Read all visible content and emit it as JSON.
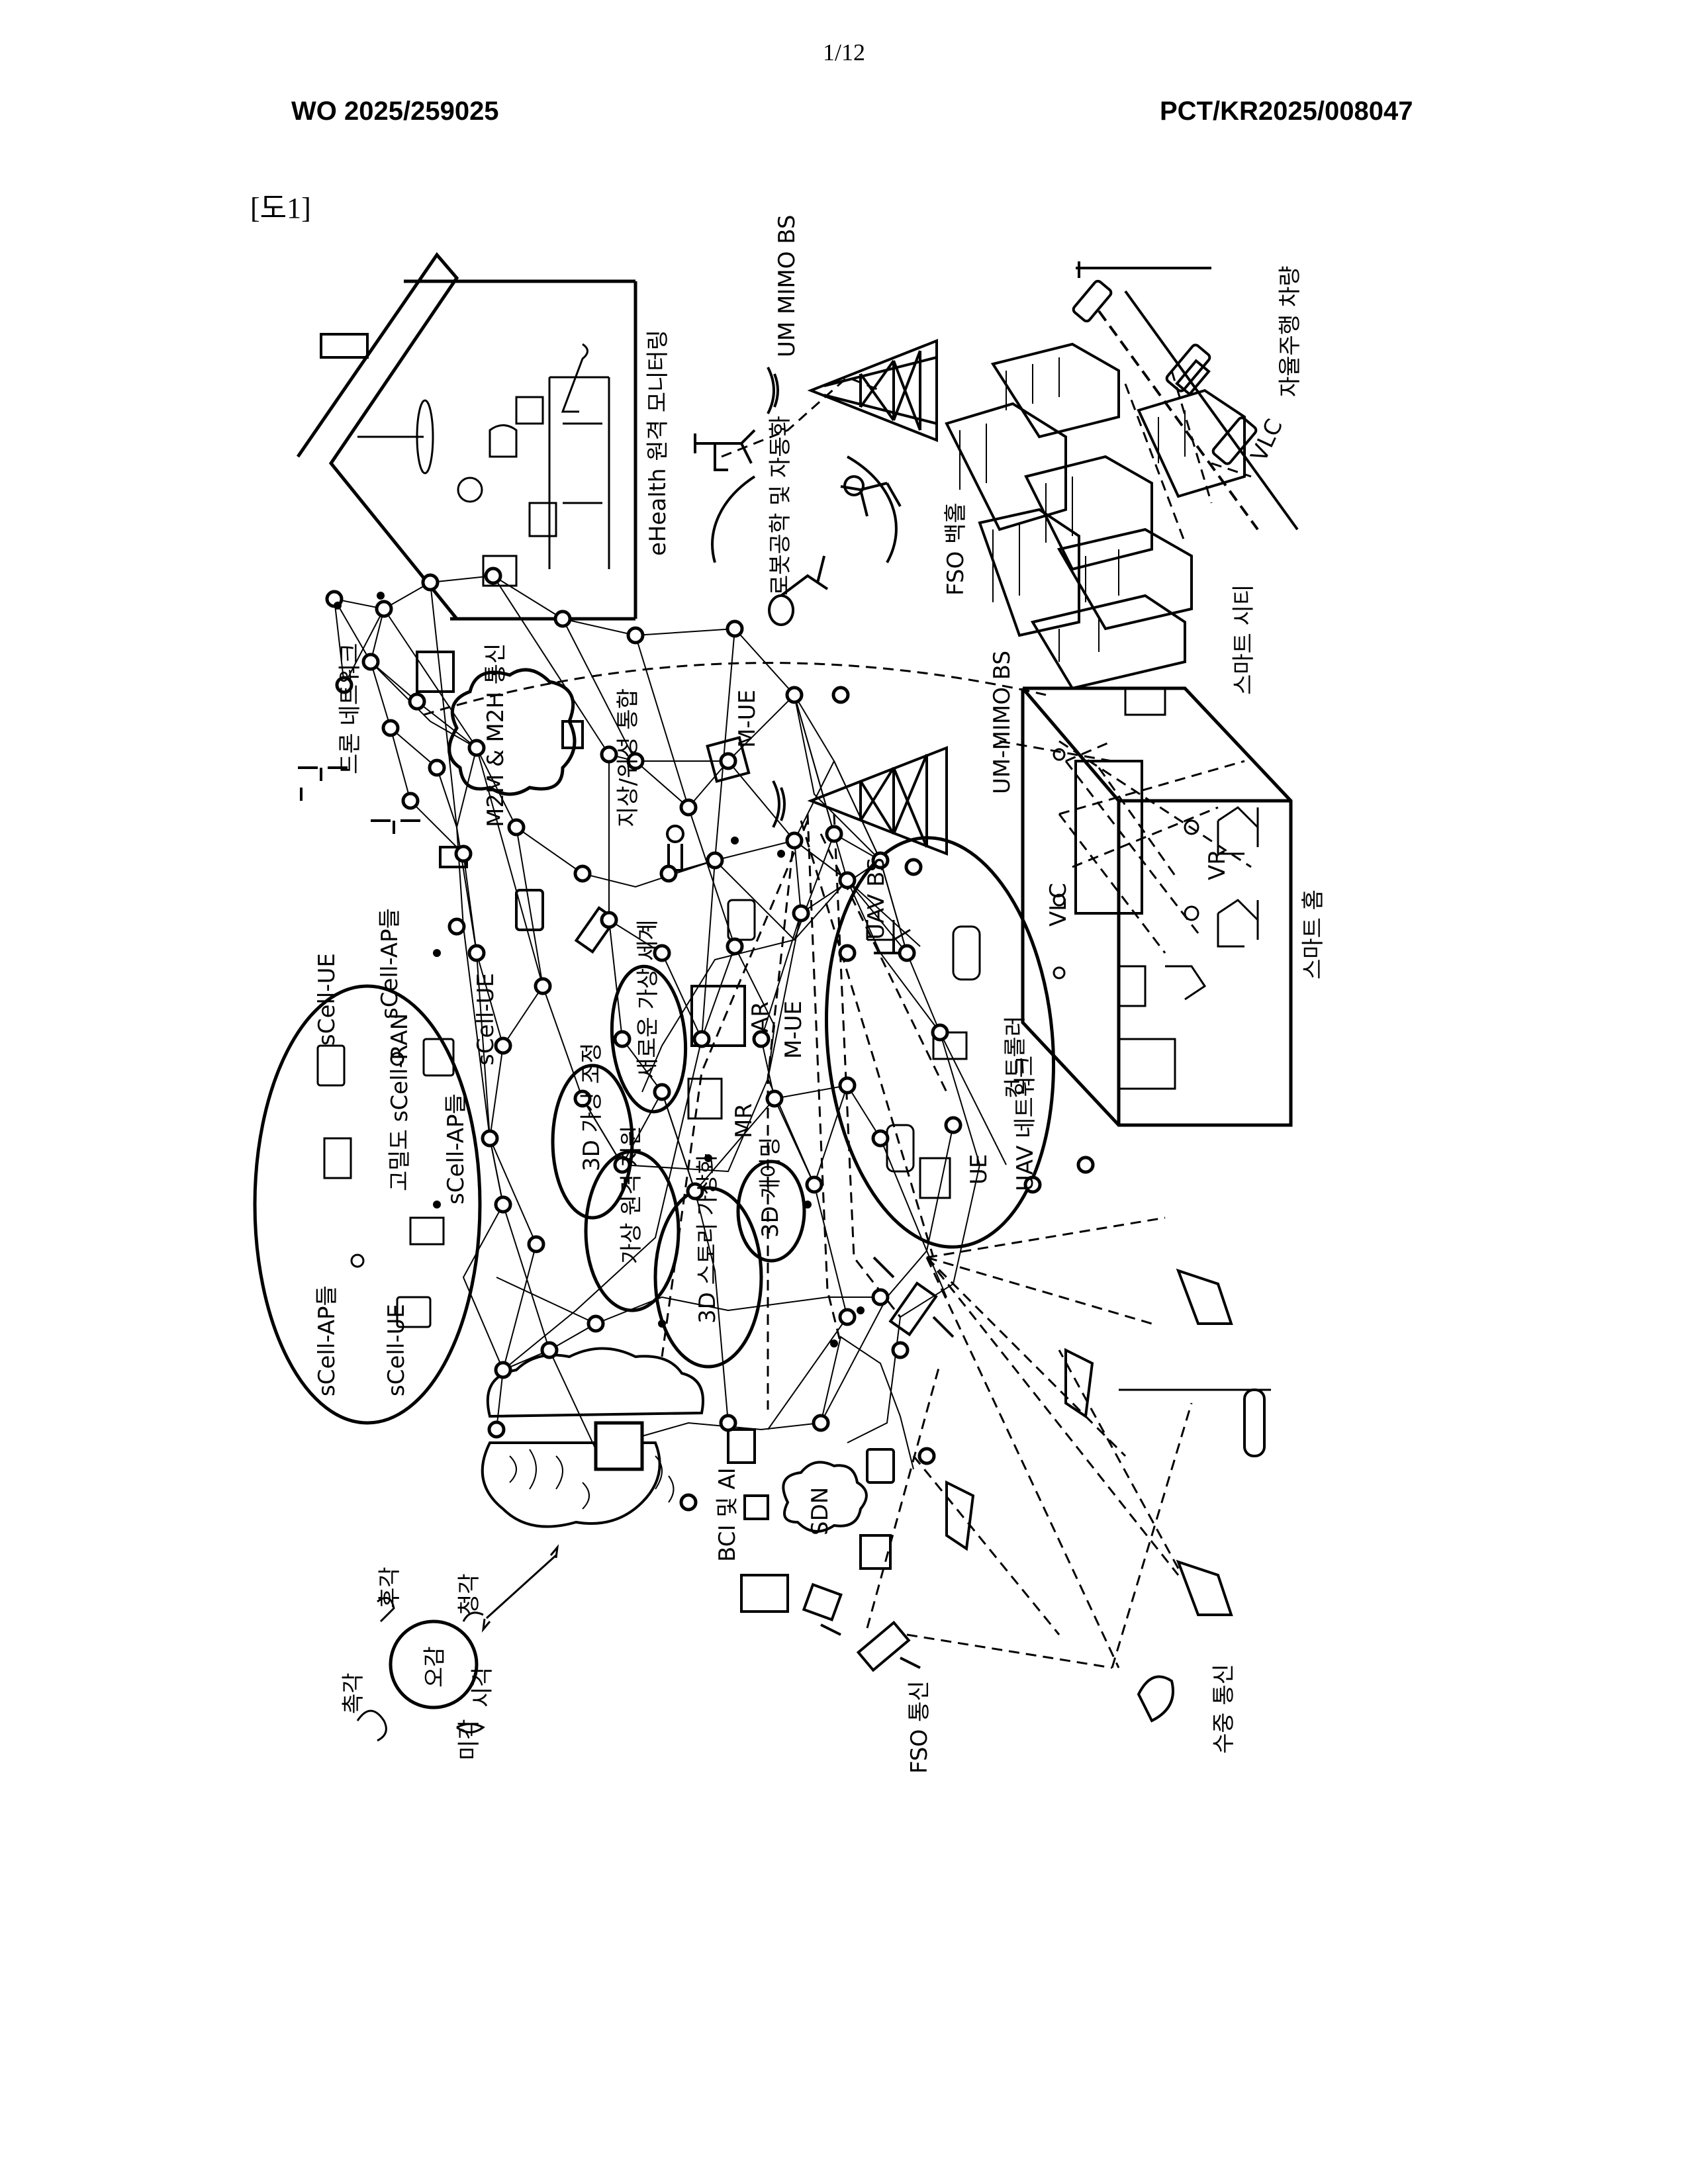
{
  "page": {
    "number": "1/12",
    "pub_left": "WO 2025/259025",
    "pub_right": "PCT/KR2025/008047",
    "fig_label": "[도1]"
  },
  "labels": {
    "ehealth": "eHealth 원격 모니터링",
    "um_mimo_top": "UM MIMO BS",
    "robot": "로봇공학 및 자동화",
    "fso_backhaul": "FSO 백홀",
    "smart_city": "스마트 시티",
    "vlc_road": "VLC",
    "autonomous": "자율주행 차량",
    "drone_net": "드론 네트워크",
    "m2m": "M2M & M2H 통신",
    "ground_sat": "지상/위성 통합",
    "m_ue_top": "M-UE",
    "um_mimo_mid": "UM-MIMO BS",
    "uav_bs": "UAV BS",
    "vlc_home": "VLC",
    "vr": "VR",
    "smart_home": "스마트 홈",
    "scell_ap_top": "sCell-AP들",
    "scell_ue_top": "sCell-UE",
    "scell_ue_mid": "sCell-UE",
    "hd_scell_ran": "고밀도 sCell-RAN",
    "scell_ap_inner": "sCell-AP들",
    "scell_ap_bottom": "sCell-AP들",
    "scell_ue_bottom": "sCell-UE",
    "new_virtual": "새로운 가상 세계",
    "m_ue_mid": "M-UE",
    "ar": "AR",
    "mr": "MR",
    "controller": "컨트롤러",
    "uav_net": "UAV 네트워크",
    "ue": "UE",
    "vr3d_control": "3D 가상 조정",
    "virtual_remote": "가상 원격 지원",
    "story3d": "3D 스토리 가상화",
    "gaming3d": "3D 게이밍",
    "bci_ai": "BCI 및 AI",
    "sdn": "SDN",
    "five_senses": "오감",
    "smell": "후각",
    "hearing": "청각",
    "touch": "촉각",
    "sight": "시각",
    "taste": "미각",
    "fso_comm": "FSO 통신",
    "underwater": "수중 통신"
  }
}
